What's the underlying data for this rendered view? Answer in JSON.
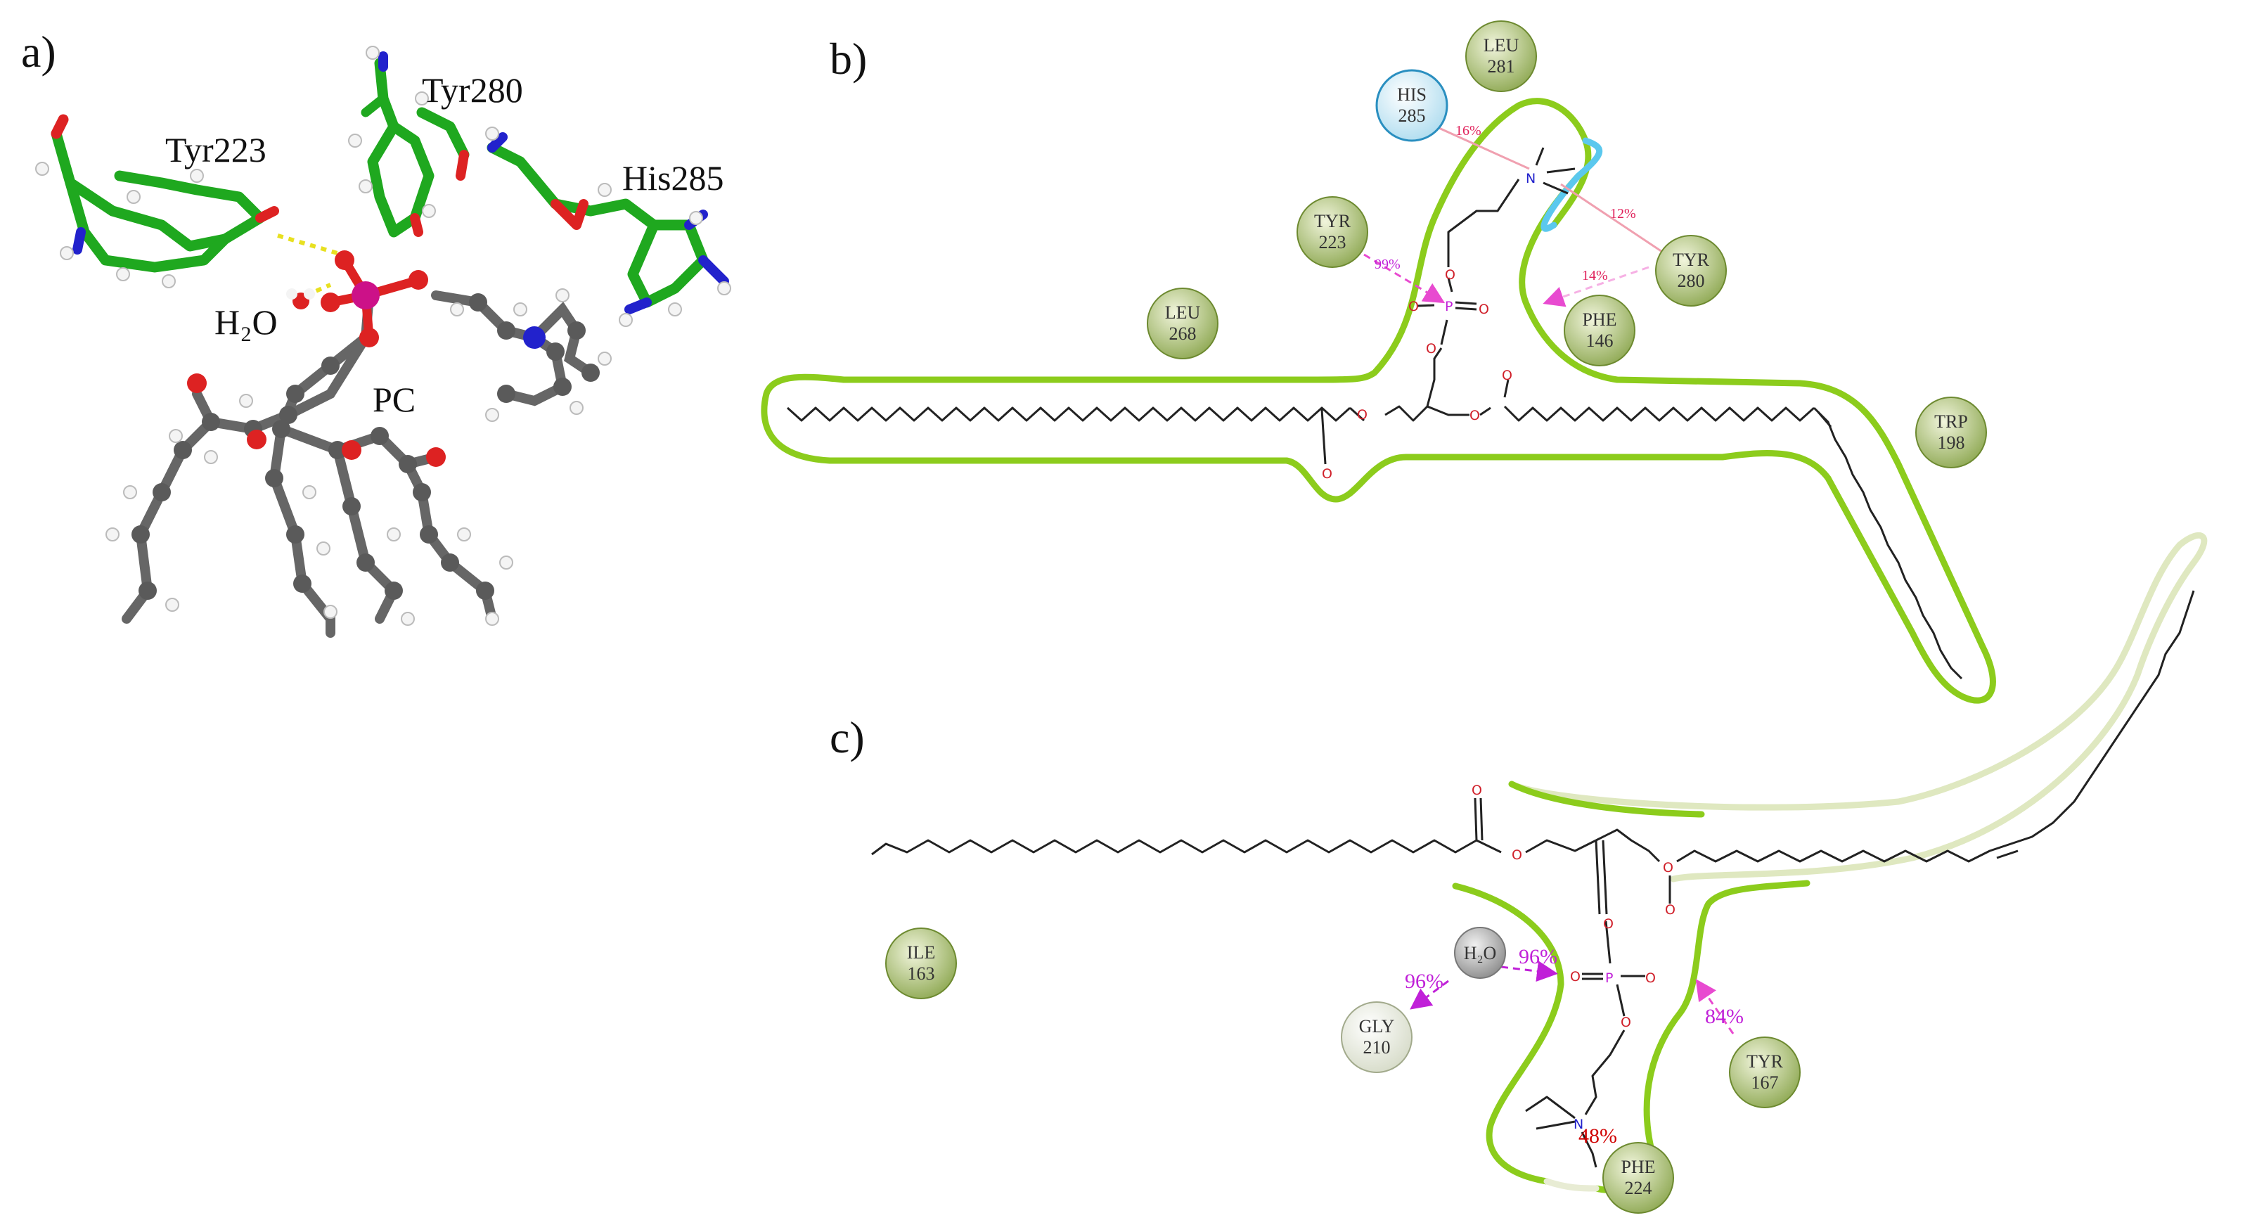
{
  "panels": {
    "a": {
      "label": "a)",
      "residues": [
        "Tyr223",
        "Tyr280",
        "His285"
      ],
      "water": "H₂O",
      "ligand": "PC"
    },
    "b": {
      "label": "b)",
      "residues": [
        {
          "name": "LEU",
          "num": "281",
          "type": "hydrophobic"
        },
        {
          "name": "HIS",
          "num": "285",
          "type": "positive"
        },
        {
          "name": "TYR",
          "num": "223",
          "type": "hydrophobic"
        },
        {
          "name": "TYR",
          "num": "280",
          "type": "hydrophobic"
        },
        {
          "name": "LEU",
          "num": "268",
          "type": "hydrophobic"
        },
        {
          "name": "PHE",
          "num": "146",
          "type": "hydrophobic"
        },
        {
          "name": "TRP",
          "num": "198",
          "type": "hydrophobic"
        }
      ],
      "interactions": [
        "16%",
        "12%",
        "99%",
        "14%"
      ]
    },
    "c": {
      "label": "c)",
      "residues": [
        {
          "name": "ILE",
          "num": "163",
          "type": "hydrophobic"
        },
        {
          "name": "GLY",
          "num": "210",
          "type": "glycine"
        },
        {
          "name": "TYR",
          "num": "167",
          "type": "hydrophobic"
        },
        {
          "name": "PHE",
          "num": "224",
          "type": "hydrophobic"
        }
      ],
      "water": "H₂O",
      "interactions": [
        "96%",
        "96%",
        "84%",
        "48%"
      ]
    }
  },
  "colors": {
    "hydrophobic": "#a8bd6a",
    "positive": "#bfe6f5",
    "glycine": "#e8ece0",
    "pocket_outline": "#8ccc1c",
    "polar_pocket": "#5bc8ee",
    "carbon_green": "#22bb22",
    "carbon_grey": "#666666",
    "oxygen": "#dd2222",
    "nitrogen": "#2222cc",
    "phosphorus": "#cc1188"
  }
}
